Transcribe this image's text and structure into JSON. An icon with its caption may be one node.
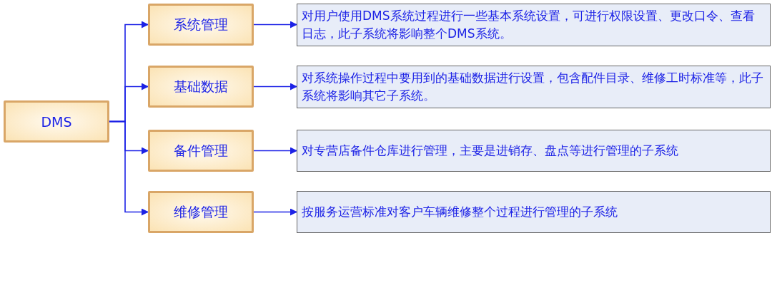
{
  "diagram": {
    "nodes": [
      {
        "text": [
          "DMS"
        ]
      },
      {
        "text": [
          "系统管理"
        ]
      },
      {
        "text": [
          "基础数据"
        ]
      },
      {
        "text": [
          "备件管理"
        ]
      },
      {
        "text": [
          "维修管理"
        ]
      },
      {
        "text": [
          "对用户使用DMS系统过程进行一些基本系统设置，可进行权限设置、更改口令、查看日志，此子系统将影响整个DMS系统。"
        ]
      },
      {
        "text": [
          "对系统操作过程中要用到的基础数据进行设置，包含配件目录、维修工时标准等，此子系统将影响其它子系统。"
        ]
      },
      {
        "text": [
          "对专营店备件仓库进行管理，主要是进销存、盘点等进行管理的子系统"
        ]
      },
      {
        "text": [
          "按服务运营标准对客户车辆维修整个过程进行管理的子系统"
        ]
      }
    ],
    "edges": [
      {
        "from": 0,
        "to": 1,
        "arrow": "to"
      },
      {
        "from": 0,
        "to": 2,
        "arrow": "to"
      },
      {
        "from": 0,
        "to": 3,
        "arrow": "to"
      },
      {
        "from": 0,
        "to": 4,
        "arrow": "to"
      },
      {
        "from": 1,
        "to": 5,
        "arrow": "to"
      },
      {
        "from": 2,
        "to": 6,
        "arrow": "to"
      },
      {
        "from": 3,
        "to": 7,
        "arrow": "to"
      },
      {
        "from": 4,
        "to": 8,
        "arrow": "to"
      }
    ]
  }
}
